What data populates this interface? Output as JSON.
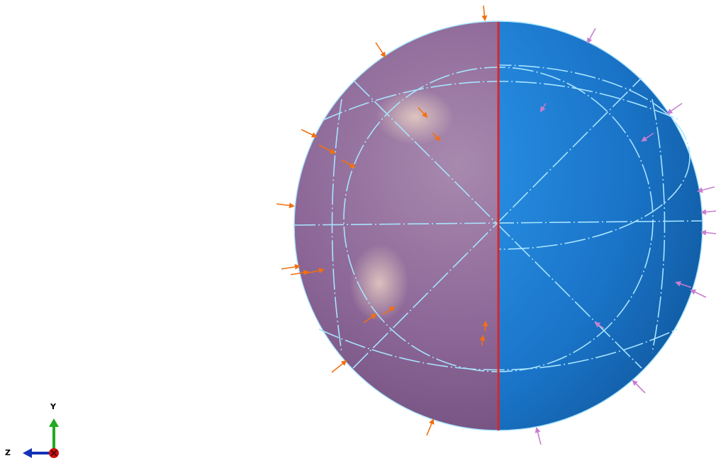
{
  "viewer": {
    "background": "#ffffff"
  },
  "model": {
    "left_half_color": "#8c6797",
    "right_half_color": "#1a7fd6",
    "seam_color": "#e02424",
    "wire_color": "#a8e4ff",
    "left_arrow_color": "#f2700f",
    "right_arrow_color": "#c87ed0"
  },
  "triad": {
    "y_label": "Y",
    "z_label": "Z",
    "x_marker_label": "X",
    "y_axis_color": "#22aa22",
    "z_axis_color": "#1432b8",
    "x_axis_color": "#cc1111"
  }
}
